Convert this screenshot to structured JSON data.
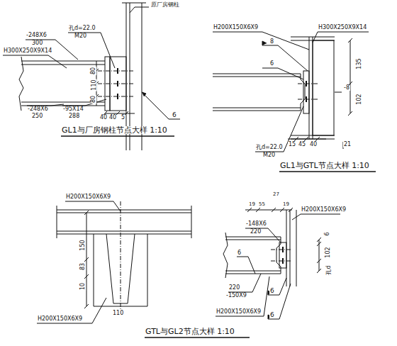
{
  "diagram": {
    "labels": [
      "原厂房钢柱",
      "-248X6",
      "300",
      "H300X250X9X14",
      "孔d=22.0",
      "M20",
      "80",
      "110",
      "80",
      "-248X6",
      "250",
      "-95X14",
      "288",
      "40",
      "40",
      "5",
      "6",
      "GL1与厂房钢柱节点大样 1:10",
      "H200X150X6X9",
      "H300X250X9X14",
      "8",
      "6",
      "-8",
      "135",
      "102",
      "15",
      "45",
      "40",
      "21",
      "孔d=22.0",
      "M20",
      "GL1与GTL节点大样 1:10",
      "H200X150X6X9",
      "150",
      "83",
      "10",
      "110",
      "H200X150X6X9",
      "GTL与GL2节点大样 1:10",
      "19",
      "55",
      "27",
      "19",
      "H200X150X6X9",
      "-148X6",
      "220",
      "6",
      "6",
      "102",
      "孔d",
      "220",
      "-150X9",
      "H200X150X6X9",
      "6",
      "6"
    ]
  }
}
